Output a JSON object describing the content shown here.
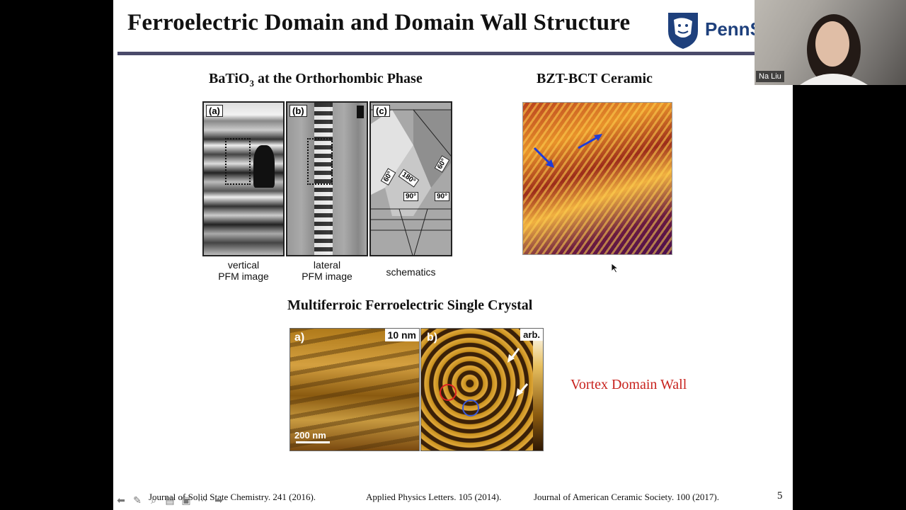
{
  "slide": {
    "title": "Ferroelectric Domain and Domain Wall Structure",
    "logo_text": "PennS",
    "page_number": "5"
  },
  "section_batio3": {
    "title_prefix": "BaTiO",
    "title_sub": "3",
    "title_suffix": " at the Orthorhombic Phase",
    "panel_labels": [
      "(a)",
      "(b)",
      "(c)"
    ],
    "captions": {
      "vertical": "vertical\nPFM image",
      "lateral": "lateral\nPFM image",
      "schematics": "schematics"
    },
    "schematic_angles": [
      "60°",
      "180°",
      "60°",
      "90°",
      "90°"
    ]
  },
  "section_bzt": {
    "title": "BZT-BCT Ceramic"
  },
  "section_multiferroic": {
    "title": "Multiferroic Ferroelectric Single Crystal",
    "panel_a_label": "a)",
    "panel_b_label": "b)",
    "scale_top": "10 nm",
    "scale_bar": "200 nm",
    "colorbar_label": "arb."
  },
  "annotation": {
    "vortex": "Vortex Domain Wall"
  },
  "references": {
    "ref1": "Journal of Solid State Chemistry. 241 (2016).",
    "ref2": "Applied Physics Letters. 105 (2014).",
    "ref3": "Journal of American Ceramic Society. 100 (2017)."
  },
  "webcam": {
    "participant_name": "Na Liu"
  },
  "colors": {
    "title_rule": "#4a4a6a",
    "vortex_text": "#c8231e",
    "logo_blue": "#1e407c"
  }
}
